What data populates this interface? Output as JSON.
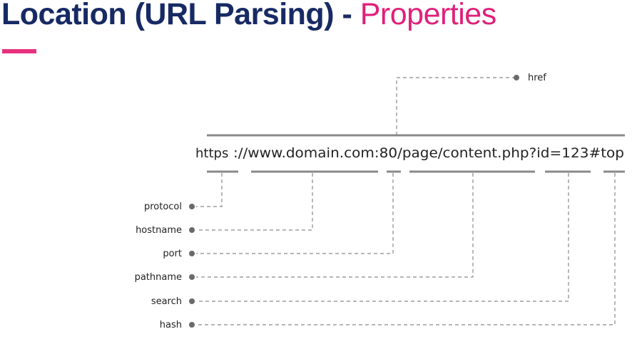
{
  "title": {
    "main": "Location (URL Parsing) - ",
    "sub": "Properties"
  },
  "url": {
    "protocol": "https",
    "rest": "://www.domain.com:80/page/content.php?id=123#top"
  },
  "properties": {
    "href": "href",
    "protocol": "protocol",
    "hostname": "hostname",
    "port": "port",
    "pathname": "pathname",
    "search": "search",
    "hash": "hash"
  },
  "colors": {
    "title": "#172a63",
    "accent": "#e0207a",
    "lines": "#8a8a8a"
  }
}
